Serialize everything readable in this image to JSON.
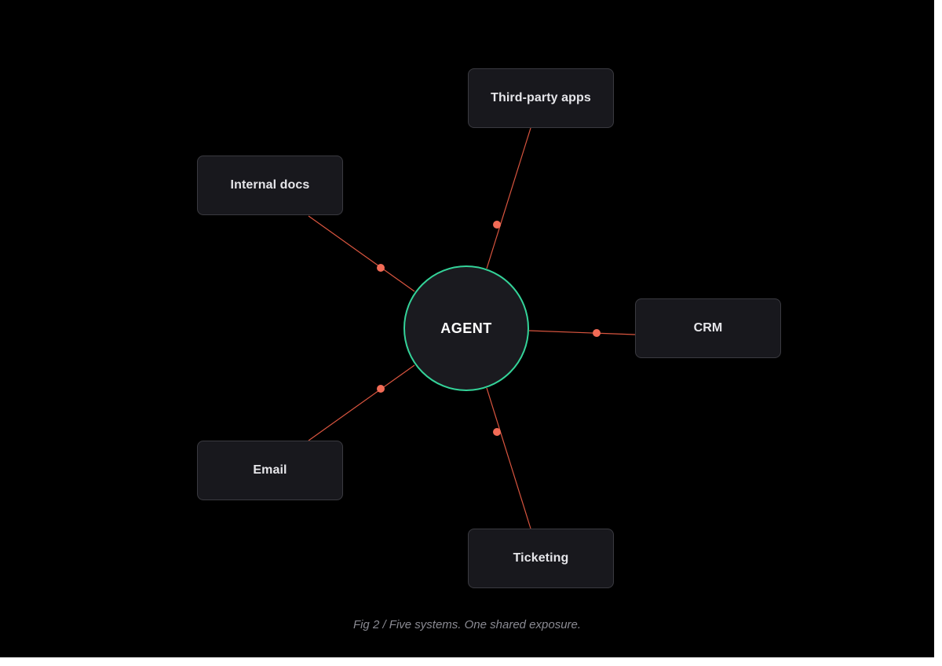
{
  "diagram": {
    "center": {
      "label": "AGENT"
    },
    "systems": [
      {
        "id": "third-party-apps",
        "label": "Third-party apps"
      },
      {
        "id": "internal-docs",
        "label": "Internal docs"
      },
      {
        "id": "crm",
        "label": "CRM"
      },
      {
        "id": "email",
        "label": "Email"
      },
      {
        "id": "ticketing",
        "label": "Ticketing"
      }
    ],
    "caption": "Fig 2 / Five systems. One shared exposure."
  },
  "colors": {
    "background": "#000000",
    "node_fill": "#18181d",
    "node_border": "#3a3a40",
    "agent_ring": "#34d399",
    "connector": "#d9553f",
    "connector_dot": "#f26b56"
  }
}
